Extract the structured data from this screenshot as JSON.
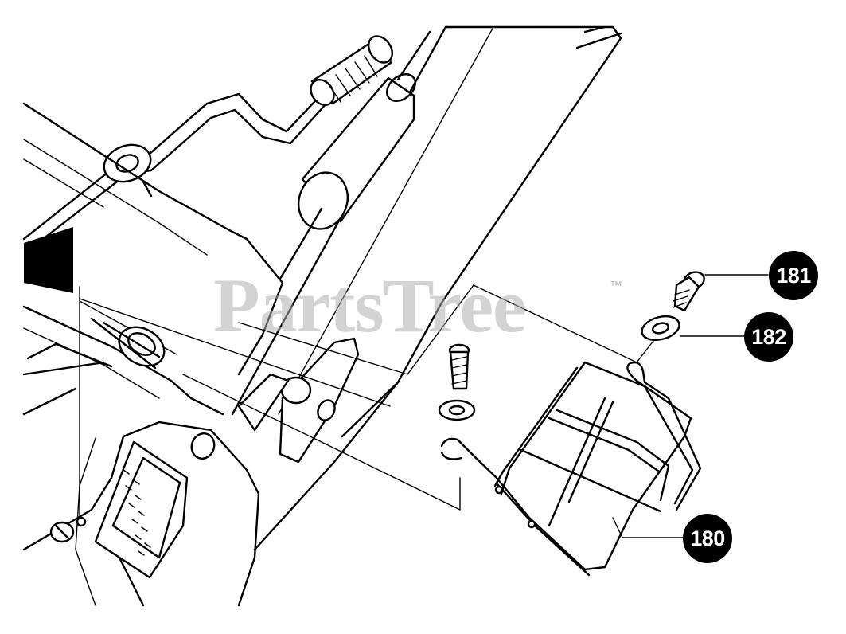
{
  "watermark": {
    "text": "PartsTree",
    "trademark": "™"
  },
  "callouts": [
    {
      "id": "part-181",
      "label": "181"
    },
    {
      "id": "part-182",
      "label": "182"
    },
    {
      "id": "part-180",
      "label": "180"
    }
  ],
  "colors": {
    "line": "#000000",
    "background": "#ffffff",
    "callout_fill": "#000000",
    "callout_text": "#ffffff",
    "watermark": "#afafaf"
  }
}
